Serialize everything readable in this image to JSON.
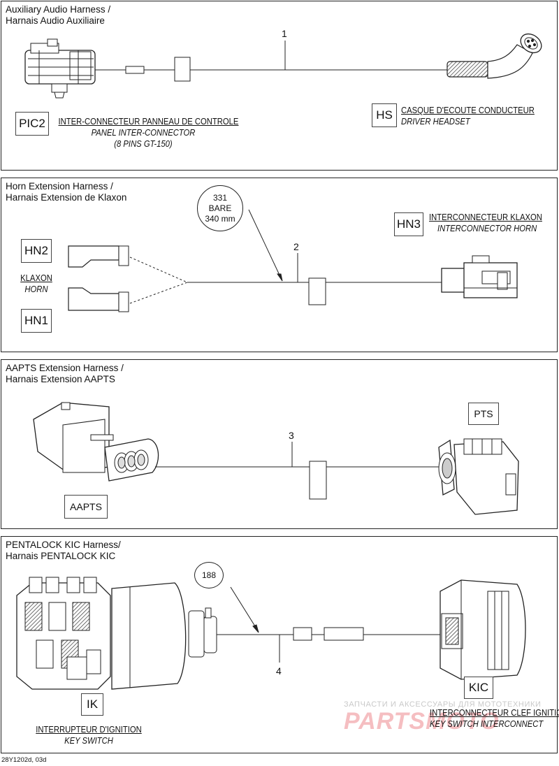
{
  "panels": [
    {
      "title_line1": "Auxiliary Audio Harness /",
      "title_line2": "Harnais Audio Auxiliaire",
      "wire_number": "1",
      "left_tag": "PIC2",
      "left_caption1": "INTER-CONNECTEUR PANNEAU DE CONTROLE",
      "left_caption2": "PANEL INTER-CONNECTOR",
      "left_caption3": "(8 PINS GT-150)",
      "right_tag": "HS",
      "right_caption1": "CASQUE D'ECOUTE CONDUCTEUR",
      "right_caption2": "DRIVER HEADSET"
    },
    {
      "title_line1": "Horn Extension Harness /",
      "title_line2": "Harnais Extension de Klaxon",
      "wire_number": "2",
      "length_line1": "331",
      "length_line2": "BARE",
      "length_line3": "340 mm",
      "tag_hn2": "HN2",
      "tag_hn1": "HN1",
      "left_caption1": "KLAXON",
      "left_caption2": "HORN",
      "right_tag": "HN3",
      "right_caption1": "INTERCONNECTEUR KLAXON",
      "right_caption2": "INTERCONNECTOR HORN"
    },
    {
      "title_line1": "AAPTS Extension Harness /",
      "title_line2": "Harnais Extension AAPTS",
      "wire_number": "3",
      "left_tag": "AAPTS",
      "right_tag": "PTS"
    },
    {
      "title_line1": "PENTALOCK KIC Harness/",
      "title_line2": "Harnais PENTALOCK KIC",
      "wire_number": "4",
      "length_label": "188",
      "left_tag": "IK",
      "left_caption1": "INTERRUPTEUR D'IGNITION",
      "left_caption2": "KEY SWITCH",
      "right_tag": "KIC",
      "right_caption1": "INTERCONNECTEUR CLEF IGNITION",
      "right_caption2": "KEY SWITCH INTERCONNECT"
    }
  ],
  "watermark_line1": "ЗАПЧАСТИ И АКСЕССУАРЫ ДЛЯ МОТОТЕХНИКИ",
  "watermark_line2": "PARTSMOTO",
  "footer_code": "28Y1202d, 03d"
}
